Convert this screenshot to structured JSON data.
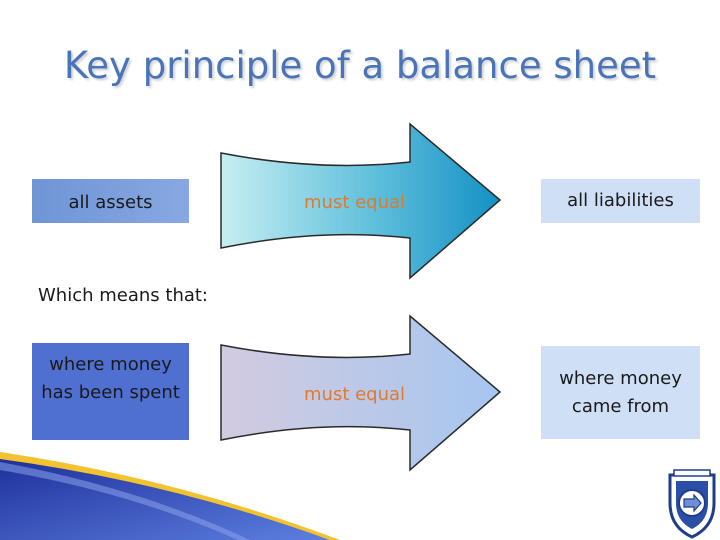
{
  "title": "Key principle of a balance sheet",
  "boxes": {
    "assets": "all assets",
    "liabilities": "all liabilities",
    "spent_line1": "where money",
    "spent_line2": "has been spent",
    "came_line1": "where money",
    "came_line2": "came from"
  },
  "arrows": {
    "top_label": "must equal",
    "bottom_label": "must equal"
  },
  "which_means": "Which means that:",
  "colors": {
    "title": "#4a74b8",
    "arrow_label": "#e07a2e",
    "top_arrow_start": "#bfeaf0",
    "top_arrow_end": "#1592c6",
    "bottom_arrow_start": "#cfc8df",
    "bottom_arrow_end": "#a9c8f0"
  },
  "icons": {
    "logo": "crest-icon"
  }
}
